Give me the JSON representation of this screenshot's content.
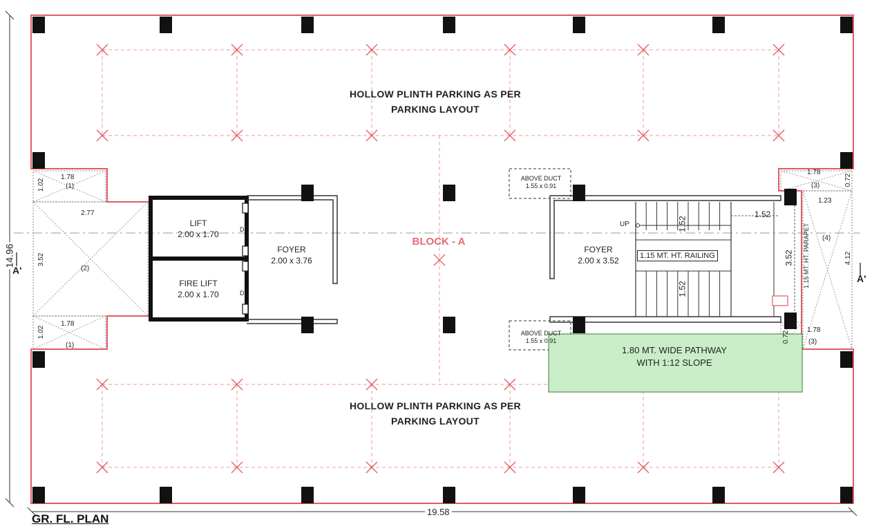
{
  "plan_title": "GR. FL. PLAN",
  "block_name": "BLOCK - A",
  "overall_width": "19.58",
  "overall_depth": "14.96",
  "section_marker": "A'",
  "parking_top": [
    "HOLLOW PLINTH PARKING AS PER",
    "PARKING LAYOUT"
  ],
  "parking_bottom": [
    "HOLLOW PLINTH PARKING AS PER",
    "PARKING LAYOUT"
  ],
  "lift": {
    "name": "LIFT",
    "size": "2.00 x 1.70",
    "door": "D"
  },
  "fire_lift": {
    "name": "FIRE LIFT",
    "size": "2.00 x 1.70",
    "door": "D"
  },
  "foyer_left": {
    "name": "FOYER",
    "size": "2.00 x 3.76"
  },
  "foyer_right": {
    "name": "FOYER",
    "size": "2.00 x 3.52"
  },
  "duct_top": {
    "name": "ABOVE DUCT",
    "size": "1.55 x 0.91"
  },
  "duct_bottom": {
    "name": "ABOVE DUCT",
    "size": "1.55 x 0.91"
  },
  "stair": {
    "up_label": "UP",
    "railing": "1.15 MT. HT. RAILING",
    "flight_top": "1.52",
    "flight_bottom": "1.52",
    "landing": "1.52",
    "depth": "3.52"
  },
  "parapet": "1.15 MT. HT. PARAPET",
  "pathway": {
    "line1": "1.80 MT. WIDE PATHWAY",
    "line2": "WITH 1:12 SLOPE",
    "color": "#c9eec7"
  },
  "left_recess": {
    "top_w": "1.78",
    "top_h": "1.02",
    "top_tag": "(1)",
    "mid_w": "2.77",
    "mid_h": "3.52",
    "mid_tag": "(2)",
    "bot_w": "1.78",
    "bot_h": "1.02",
    "bot_tag": "(1)"
  },
  "right_recess": {
    "top_w": "1.78",
    "top_h": "0.72",
    "top_tag": "(3)",
    "mid_w": "1.23",
    "mid_h": "4.12",
    "mid_tag": "(4)",
    "bot_w": "1.78",
    "bot_h": "0.72",
    "bot_tag": "(3)"
  },
  "colors": {
    "boundary": "#e25b63",
    "grid": "#ee9aa0",
    "column": "#111111",
    "wall": "#111111"
  }
}
